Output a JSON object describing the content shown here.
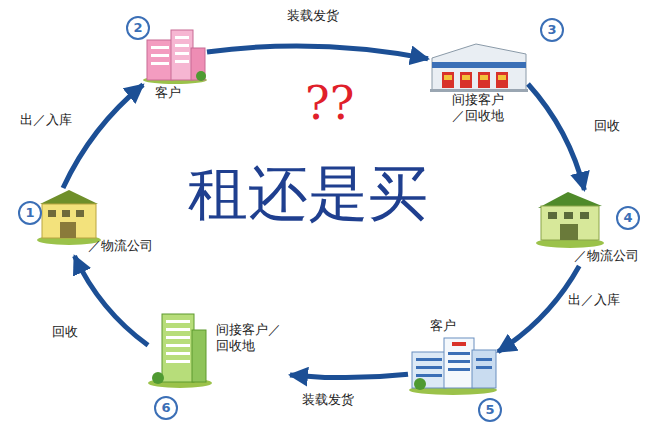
{
  "diagram": {
    "nodes": [
      {
        "text": [
          "／物流公司"
        ]
      },
      {
        "text": [
          "客户"
        ]
      },
      {
        "text": [
          "间接客户／回收地"
        ]
      },
      {
        "text": [
          "／物流公司"
        ]
      },
      {
        "text": [
          "客户"
        ]
      },
      {
        "text": [
          "间接客户／回收地"
        ]
      }
    ],
    "edges": [
      {
        "from": 0,
        "to": 1,
        "label": "出／入库",
        "arrow": "to"
      },
      {
        "from": 1,
        "to": 2,
        "label": "装载发货",
        "arrow": "to"
      },
      {
        "from": 2,
        "to": 3,
        "label": "回收",
        "arrow": "to"
      },
      {
        "from": 3,
        "to": 4,
        "label": "出／入库",
        "arrow": "to"
      },
      {
        "from": 4,
        "to": 5,
        "label": "装载发货",
        "arrow": "to"
      },
      {
        "from": 5,
        "to": 0,
        "label": "回收",
        "arrow": "to"
      }
    ],
    "labels": [
      "1",
      "2",
      "3",
      "4",
      "5",
      "6",
      "??",
      "租还是买"
    ]
  }
}
